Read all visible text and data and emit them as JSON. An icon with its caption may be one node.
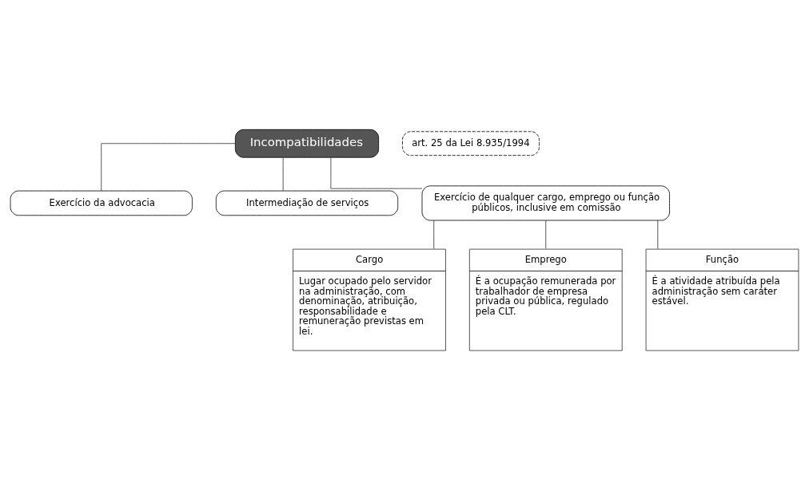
{
  "diagram": {
    "nodes": [
      {
        "text": [
          "Incompatibilidades"
        ]
      },
      {
        "text": [
          "art. 25 da Lei 8.935/1994"
        ]
      },
      {
        "text": [
          "Exercício da advocacia"
        ]
      },
      {
        "text": [
          "Intermediação de serviços"
        ]
      },
      {
        "text": [
          "Exercício de qualquer cargo, emprego ou função públicos, inclusive em comissão"
        ]
      },
      {
        "text": [
          "Cargo",
          "Lugar ocupado pelo servidor na administração, com denominação, atribuição, responsabilidade e remuneração previstas em lei."
        ]
      },
      {
        "text": [
          "Emprego",
          "É a ocupação remunerada por trabalhador de empresa privada ou pública, regulado pela CLT."
        ]
      },
      {
        "text": [
          "Função",
          "É a atividade atribuída pela administração sem caráter estável."
        ]
      }
    ],
    "edges": [
      {
        "from": 0,
        "to": 2,
        "arrow": "none"
      },
      {
        "from": 0,
        "to": 3,
        "arrow": "none"
      },
      {
        "from": 0,
        "to": 4,
        "arrow": "none"
      },
      {
        "from": 4,
        "to": 5,
        "arrow": "none"
      },
      {
        "from": 4,
        "to": 6,
        "arrow": "none"
      },
      {
        "from": 4,
        "to": 7,
        "arrow": "none"
      }
    ]
  }
}
